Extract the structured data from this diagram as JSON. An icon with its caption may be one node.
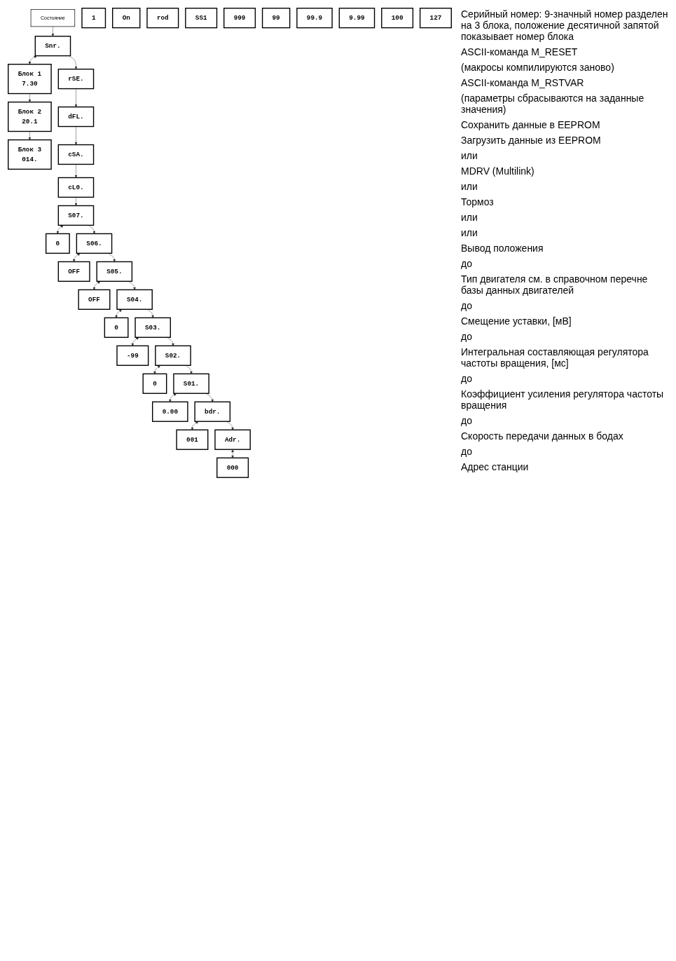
{
  "diagram": {
    "nodes": [
      {
        "text": [
          "Состояние"
        ]
      },
      {
        "text": [
          "Snr."
        ]
      },
      {
        "text": [
          "Блок 1",
          "7.30"
        ]
      },
      {
        "text": [
          "Блок 2",
          "20.1"
        ]
      },
      {
        "text": [
          "Блок 3",
          "014."
        ]
      },
      {
        "text": [
          "rSE."
        ]
      },
      {
        "text": [
          "dFL."
        ]
      },
      {
        "text": [
          "cSA."
        ]
      },
      {
        "text": [
          "cL0."
        ]
      },
      {
        "text": [
          "S07."
        ]
      },
      {
        "text": [
          "0"
        ]
      },
      {
        "text": [
          "1"
        ]
      },
      {
        "text": [
          "S06."
        ]
      },
      {
        "text": [
          "OFF"
        ]
      },
      {
        "text": [
          "On"
        ]
      },
      {
        "text": [
          "S05."
        ]
      },
      {
        "text": [
          "OFF"
        ]
      },
      {
        "text": [
          "rod"
        ]
      },
      {
        "text": [
          "SS1"
        ]
      },
      {
        "text": [
          "S04."
        ]
      },
      {
        "text": [
          "0"
        ]
      },
      {
        "text": [
          "999"
        ]
      },
      {
        "text": [
          "S03."
        ]
      },
      {
        "text": [
          "-99"
        ]
      },
      {
        "text": [
          "99"
        ]
      },
      {
        "text": [
          "S02."
        ]
      },
      {
        "text": [
          "0"
        ]
      },
      {
        "text": [
          "99.9"
        ]
      },
      {
        "text": [
          "S01."
        ]
      },
      {
        "text": [
          "0.00"
        ]
      },
      {
        "text": [
          "9.99"
        ]
      },
      {
        "text": [
          "bdr."
        ]
      },
      {
        "text": [
          "001"
        ]
      },
      {
        "text": [
          "100"
        ]
      },
      {
        "text": [
          "Adr."
        ]
      },
      {
        "text": [
          "000"
        ]
      },
      {
        "text": [
          "127"
        ]
      }
    ],
    "edges": [
      {
        "from": 0,
        "to": 1,
        "arrow": "to"
      },
      {
        "from": 1,
        "to": 2,
        "arrow": "both"
      },
      {
        "from": 2,
        "to": 3,
        "arrow": "to"
      },
      {
        "from": 3,
        "to": 4,
        "arrow": "to"
      },
      {
        "from": 1,
        "to": 5,
        "arrow": "to"
      },
      {
        "from": 5,
        "to": 6,
        "arrow": "to"
      },
      {
        "from": 6,
        "to": 7,
        "arrow": "to"
      },
      {
        "from": 7,
        "to": 8,
        "arrow": "to"
      },
      {
        "from": 8,
        "to": 9,
        "arrow": "to"
      },
      {
        "from": 9,
        "to": 10,
        "arrow": "both"
      },
      {
        "from": 9,
        "to": 12,
        "arrow": "to"
      },
      {
        "from": 12,
        "to": 13,
        "arrow": "both"
      },
      {
        "from": 12,
        "to": 15,
        "arrow": "to"
      },
      {
        "from": 15,
        "to": 16,
        "arrow": "both"
      },
      {
        "from": 15,
        "to": 19,
        "arrow": "to"
      },
      {
        "from": 19,
        "to": 20,
        "arrow": "both"
      },
      {
        "from": 19,
        "to": 22,
        "arrow": "to"
      },
      {
        "from": 22,
        "to": 23,
        "arrow": "both"
      },
      {
        "from": 22,
        "to": 25,
        "arrow": "to"
      },
      {
        "from": 25,
        "to": 26,
        "arrow": "both"
      },
      {
        "from": 25,
        "to": 28,
        "arrow": "to"
      },
      {
        "from": 28,
        "to": 29,
        "arrow": "both"
      },
      {
        "from": 28,
        "to": 31,
        "arrow": "to"
      },
      {
        "from": 31,
        "to": 32,
        "arrow": "both"
      },
      {
        "from": 31,
        "to": 34,
        "arrow": "to"
      },
      {
        "from": 34,
        "to": 35,
        "arrow": "both"
      }
    ],
    "labels": [
      "Серийный номер: 9-значный номер разделен на 3 блока, положение десятичной запятой показывает номер блока",
      "ASCII-команда M_RESET",
      "(макросы компилируются заново)",
      "ASCII-команда M_RSTVAR",
      "(параметры сбрасываются на заданные значения)",
      "Сохранить данные в EEPROM",
      "Загрузить данные из EEPROM",
      "или",
      "MDRV (Multilink)",
      "или",
      "Тормоз",
      "или",
      "или",
      "Вывод положения",
      "до",
      "Тип двигателя см. в справочном перечне базы данных двигателей",
      "до",
      "Смещение уставки, [мВ]",
      "до",
      "Интегральная составляющая регулятора частоты вращения, [мс]",
      "до",
      "Коэффициент усиления регулятора частоты вращения",
      "до",
      "Скорость передачи данных в бодах",
      "до",
      "Адрес станции"
    ]
  }
}
